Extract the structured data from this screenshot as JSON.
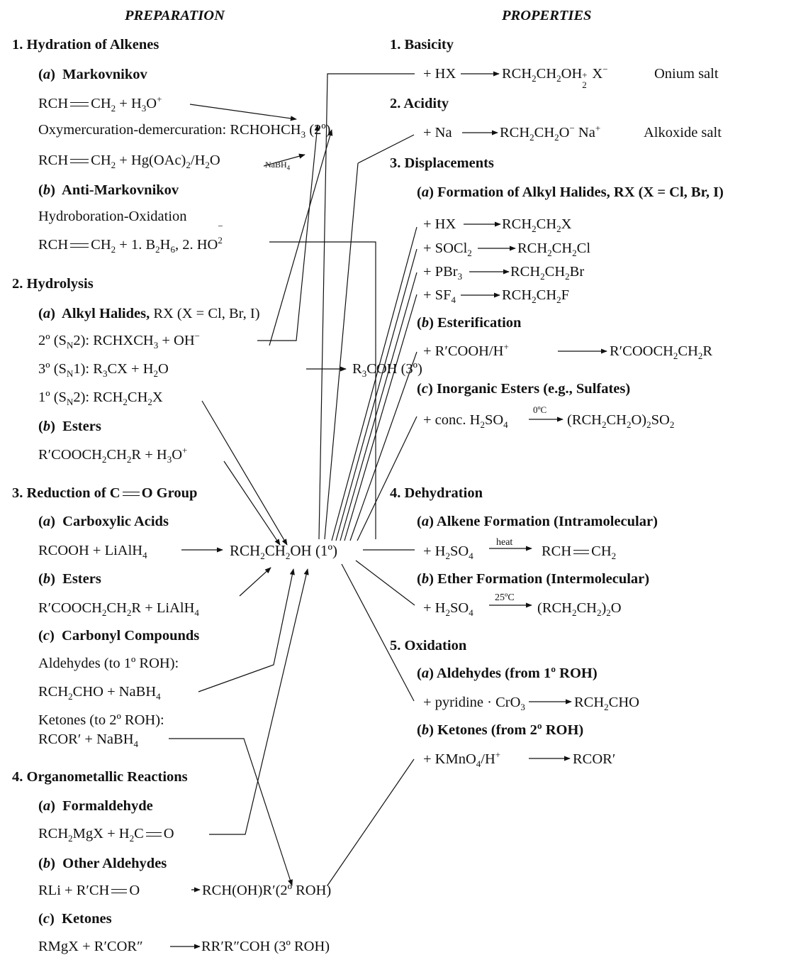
{
  "headers": {
    "preparation": "PREPARATION",
    "properties": "PROPERTIES"
  },
  "prep": {
    "s1": "1. Hydration of Alkenes",
    "s1a": "Markovnikov",
    "s1a_r1a": "RCH",
    "s1a_r1b": "CH",
    "s1a_r1c": " + H",
    "s1a_r1d": "O",
    "oxy_label": "Oxymercuration-demercuration: RCHOHCH",
    "oxy_tail": " (2º)",
    "s1a_r2a": "RCH",
    "s1a_r2b": "CH",
    "s1a_r2c": " + Hg(OAc)",
    "s1a_r2d": "/H",
    "s1a_r2e": "O",
    "nabh4": "NaBH",
    "s1b": "Anti-Markovnikov",
    "hydroboration": "Hydroboration-Oxidation",
    "s1b_r1a": "RCH",
    "s1b_r1b": "CH",
    "s1b_r1c": " + 1. B",
    "s1b_r1d": "H",
    "s1b_r1e": ", 2. HO",
    "s2": "2. Hydrolysis",
    "s2a": "Alkyl Halides,",
    "s2a_rest": " RX (X = Cl, Br, I)",
    "s2_2deg": "2º (S",
    "s2_2deg_b": "2): RCHXCH",
    "s2_2deg_c": " + OH",
    "s2_3deg": "3º (S",
    "s2_3deg_b": "1): R",
    "s2_3deg_c": "CX + H",
    "s2_3deg_d": "O",
    "s2_3deg_prod_a": "R",
    "s2_3deg_prod_b": "COH (3º)",
    "s2_1deg": "1º (S",
    "s2_1deg_b": "2): RCH",
    "s2_1deg_c": "CH",
    "s2_1deg_d": "X",
    "s2b": "Esters",
    "s2b_r": "R′COOCH",
    "s2b_r_b": "CH",
    "s2b_r_c": "R + H",
    "s2b_r_d": "O",
    "s3": "3. Reduction of C",
    "s3_tail": "O Group",
    "s3a": "Carboxylic Acids",
    "s3a_r": "RCOOH + LiAlH",
    "central_a": "RCH",
    "central_b": "CH",
    "central_c": "OH (1º)",
    "s3b": "Esters",
    "s3b_r": "R′COOCH",
    "s3b_r_b": "CH",
    "s3b_r_c": "R + LiAlH",
    "s3c": "Carbonyl Compounds",
    "aldehydes_to": "Aldehydes (to 1º ROH):",
    "s3c_r1": "RCH",
    "s3c_r1b": "CHO + NaBH",
    "ketones_to": "Ketones (to 2º ROH):",
    "s3c_r2": "RCOR′ + NaBH",
    "s4": "4. Organometallic Reactions",
    "s4a": "Formaldehyde",
    "s4a_r": "RCH",
    "s4a_r_b": "MgX + H",
    "s4a_r_c": "C",
    "s4a_r_d": "O",
    "s4b": "Other Aldehydes",
    "s4b_r": "RLi + R′CH",
    "s4b_r_b": "O",
    "s4b_prod": "RCH(OH)R′(2º ROH)",
    "s4c": "Ketones",
    "s4c_r": "RMgX + R′COR″",
    "s4c_prod": "RR′R″COH (3º ROH)"
  },
  "props": {
    "p1": "1. Basicity",
    "p1_r": "+ HX",
    "p1_prod": "RCH",
    "p1_prod_b": "CH",
    "p1_prod_c": "OH",
    "p1_prod_d": " X",
    "p1_note": "Onium salt",
    "p2": "2. Acidity",
    "p2_r": "+ Na",
    "p2_prod": "RCH",
    "p2_prod_b": "CH",
    "p2_prod_c": "O",
    "p2_prod_d": " Na",
    "p2_note": "Alkoxide salt",
    "p3": "3. Displacements",
    "p3a": "Formation of Alkyl Halides, RX (X = Cl, Br, I)",
    "p3a_r1": "+ HX",
    "p3a_r1p": "RCH",
    "p3a_r1p_b": "CH",
    "p3a_r1p_c": "X",
    "p3a_r2": "+ SOCl",
    "p3a_r2p": "RCH",
    "p3a_r2p_b": "CH",
    "p3a_r2p_c": "Cl",
    "p3a_r3": "+ PBr",
    "p3a_r3p": "RCH",
    "p3a_r3p_b": "CH",
    "p3a_r3p_c": "Br",
    "p3a_r4": "+ SF",
    "p3a_r4p": "RCH",
    "p3a_r4p_b": "CH",
    "p3a_r4p_c": "F",
    "p3b": "Esterification",
    "p3b_r": "+ R′COOH/H",
    "p3b_prod": "R′COOCH",
    "p3b_prod_b": "CH",
    "p3b_prod_c": "R",
    "p3c": "Inorganic Esters (e.g., Sulfates)",
    "p3c_r": "+ conc. H",
    "p3c_r_b": "SO",
    "p3c_cond": "0ºC",
    "p3c_prod": "(RCH",
    "p3c_prod_b": "CH",
    "p3c_prod_c": "O)",
    "p3c_prod_d": "SO",
    "p4": "4. Dehydration",
    "p4a": "Alkene Formation (Intramolecular)",
    "p4a_r": "+ H",
    "p4a_r_b": "SO",
    "p4a_cond": "heat",
    "p4a_prod": "RCH",
    "p4a_prod_b": "CH",
    "p4b": "Ether Formation (Intermolecular)",
    "p4b_r": "+ H",
    "p4b_r_b": "SO",
    "p4b_cond": "25ºC",
    "p4b_prod": "(RCH",
    "p4b_prod_b": "CH",
    "p4b_prod_c": ")",
    "p4b_prod_d": "O",
    "p5": "5. Oxidation",
    "p5a": "Aldehydes (from 1º ROH)",
    "p5a_r": "+ pyridine · CrO",
    "p5a_prod": "RCH",
    "p5a_prod_b": "CHO",
    "p5b": "Ketones (from 2º ROH)",
    "p5b_r": "+ KMnO",
    "p5b_r_b": "/H",
    "p5b_prod": "RCOR′"
  },
  "letters": {
    "a": "a",
    "b": "b",
    "c": "c"
  }
}
